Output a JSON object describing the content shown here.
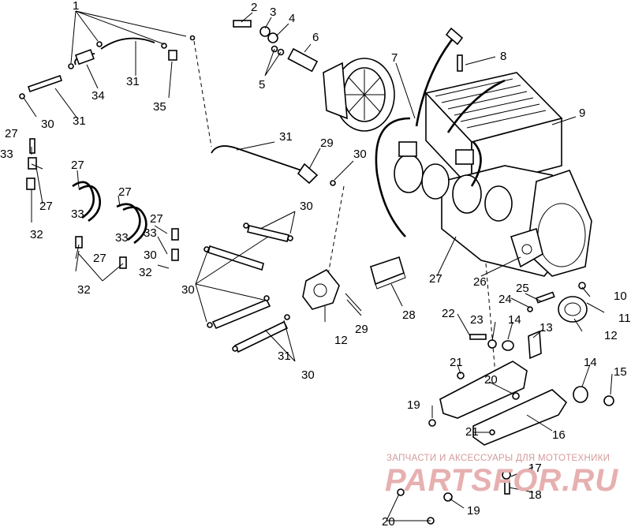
{
  "callouts": [
    "1",
    "2",
    "3",
    "4",
    "5",
    "6",
    "7",
    "8",
    "9",
    "30",
    "31",
    "34",
    "31",
    "35",
    "30",
    "31",
    "29",
    "27",
    "33",
    "27",
    "32",
    "27",
    "33",
    "27",
    "27",
    "33",
    "32",
    "33",
    "27",
    "32",
    "30",
    "30",
    "12",
    "30",
    "31",
    "30",
    "27",
    "26",
    "28",
    "29",
    "10",
    "11",
    "12",
    "25",
    "24",
    "22",
    "23",
    "14",
    "13",
    "14",
    "15",
    "21",
    "20",
    "19",
    "16",
    "21",
    "17",
    "18",
    "19",
    "20"
  ],
  "watermark": {
    "caption": "ЗАПЧАСТИ И АКСЕССУАРЫ ДЛЯ МОТОТЕХНИКИ",
    "brand": "PARTSFOR.RU"
  }
}
